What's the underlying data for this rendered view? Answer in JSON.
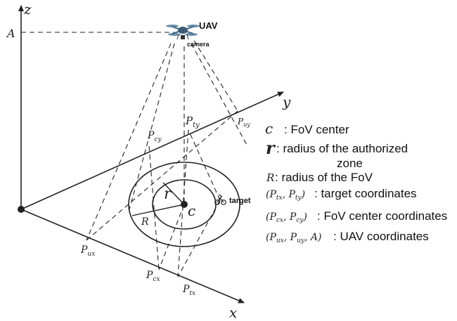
{
  "axes": {
    "z": "z",
    "y": "y",
    "x": "x"
  },
  "point_labels": {
    "A": "A",
    "P_ty": "P",
    "P_ty_sub": "ty",
    "P_uy": "P",
    "P_uy_sub": "uy",
    "P_cy": "P",
    "P_cy_sub": "cy",
    "P_ux": "P",
    "P_ux_sub": "ux",
    "P_cx": "P",
    "P_cx_sub": "cx",
    "P_tx": "P",
    "P_tx_sub": "tx",
    "r": "r",
    "c": "c",
    "R": "R"
  },
  "uav": {
    "label": "UAV",
    "camera_label": "camera"
  },
  "target_label": "target",
  "legend": {
    "c": {
      "symbol": "c",
      "desc": ": FoV center"
    },
    "r": {
      "symbol": "r",
      "desc_line1": ": radius of the authorized",
      "desc_line2": "zone"
    },
    "R": {
      "symbol": "R",
      "desc": ": radius of the FoV"
    },
    "target": {
      "symbol": "(P",
      "s1": "tx",
      "mid": ", P",
      "s2": "ty",
      "end": ")",
      "desc": ": target coordinates"
    },
    "fov_center": {
      "symbol": "(P",
      "s1": "cx",
      "mid": ", P",
      "s2": "cy",
      "end": ")",
      "desc": ": FoV center coordinates"
    },
    "uav": {
      "symbol": "(P",
      "s1": "ux",
      "mid": ", P",
      "s2": "uy",
      "end": ", A)",
      "desc": ": UAV coordinates"
    }
  }
}
